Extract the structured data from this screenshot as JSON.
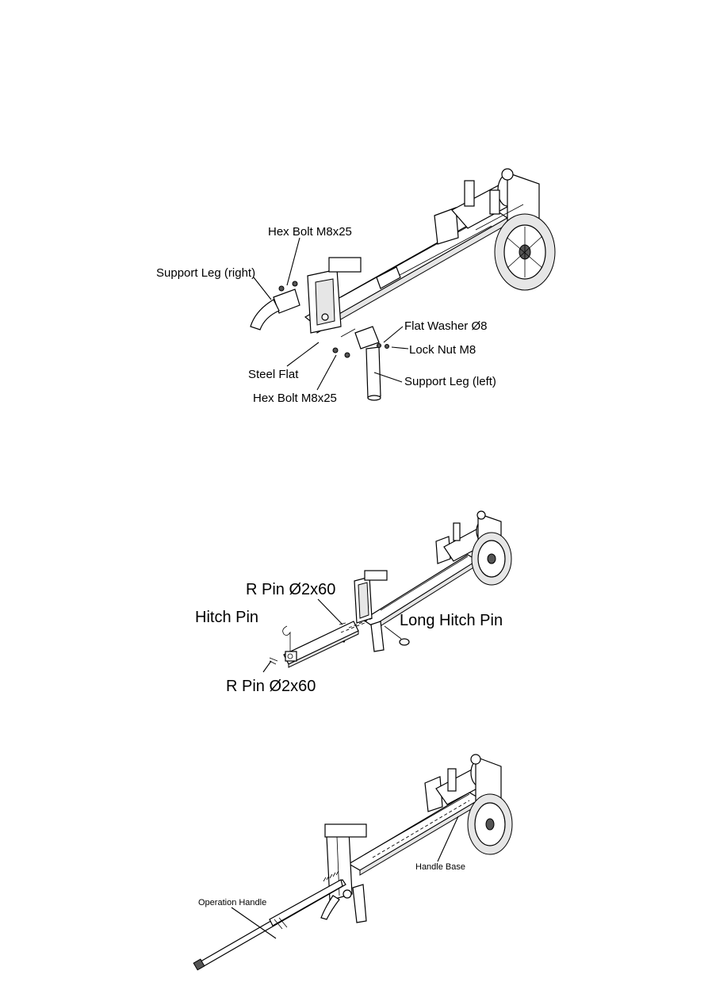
{
  "figures": [
    {
      "labels": {
        "hex_bolt_top": "Hex Bolt M8x25",
        "support_leg_right": "Support Leg (right)",
        "flat_washer": "Flat Washer Ø8",
        "lock_nut": "Lock Nut M8",
        "steel_flat": "Steel Flat",
        "support_leg_left": "Support Leg (left)",
        "hex_bolt_bottom": "Hex Bolt M8x25"
      }
    },
    {
      "labels": {
        "r_pin_top": "R Pin Ø2x60",
        "hitch_pin": "Hitch Pin",
        "long_hitch_pin": "Long Hitch Pin",
        "r_pin_bottom": "R Pin Ø2x60"
      }
    },
    {
      "labels": {
        "handle_base": "Handle Base",
        "operation_handle": "Operation Handle"
      }
    }
  ]
}
